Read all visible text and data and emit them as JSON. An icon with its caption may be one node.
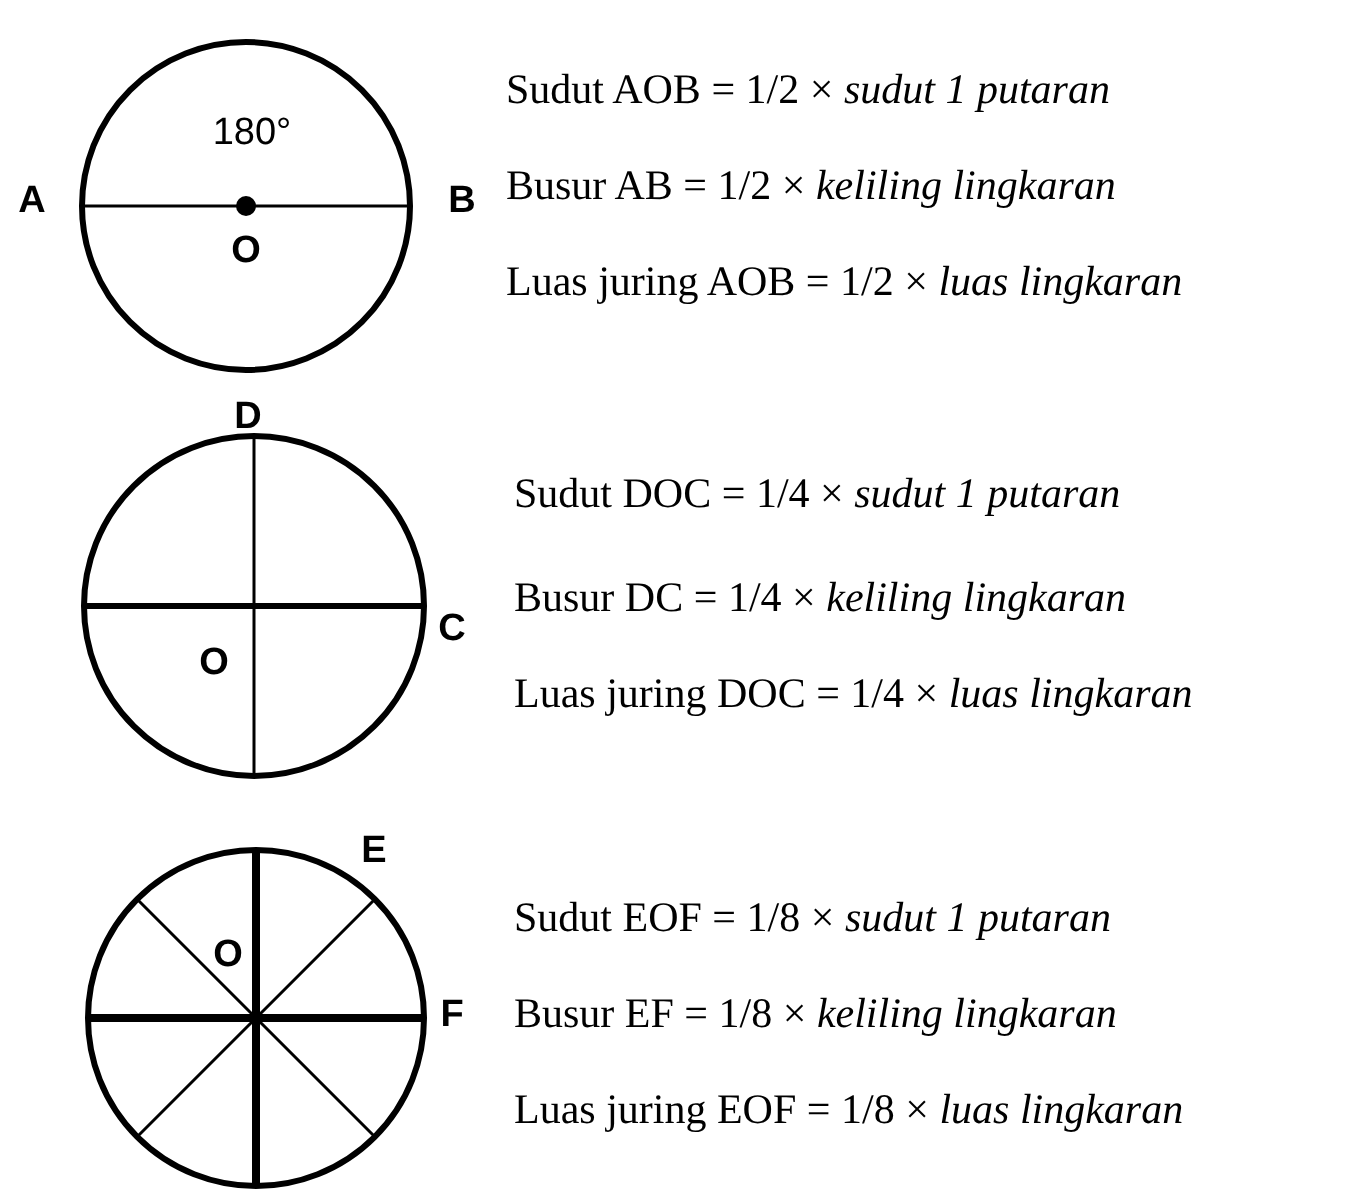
{
  "diagram": {
    "labels": [
      "180°",
      "A",
      "B",
      "O",
      "Sudut AOB = 1/2 × *sudut 1 putaran*",
      "Busur AB = 1/2 × *keliling lingkaran*",
      "Luas juring AOB = 1/2 × *luas lingkaran*",
      "D",
      "C",
      "O",
      "Sudut DOC = 1/4 × *sudut 1 putaran*",
      "Busur DC = 1/4 × *keliling lingkaran*",
      "Luas juring DOC = 1/4 × *luas lingkaran*",
      "E",
      "O",
      "F",
      "Sudut EOF = 1/8 × *sudut 1 putaran*",
      "Busur EF = 1/8 × *keliling lingkaran*",
      "Luas juring EOF = 1/8 × *luas lingkaran*"
    ]
  }
}
